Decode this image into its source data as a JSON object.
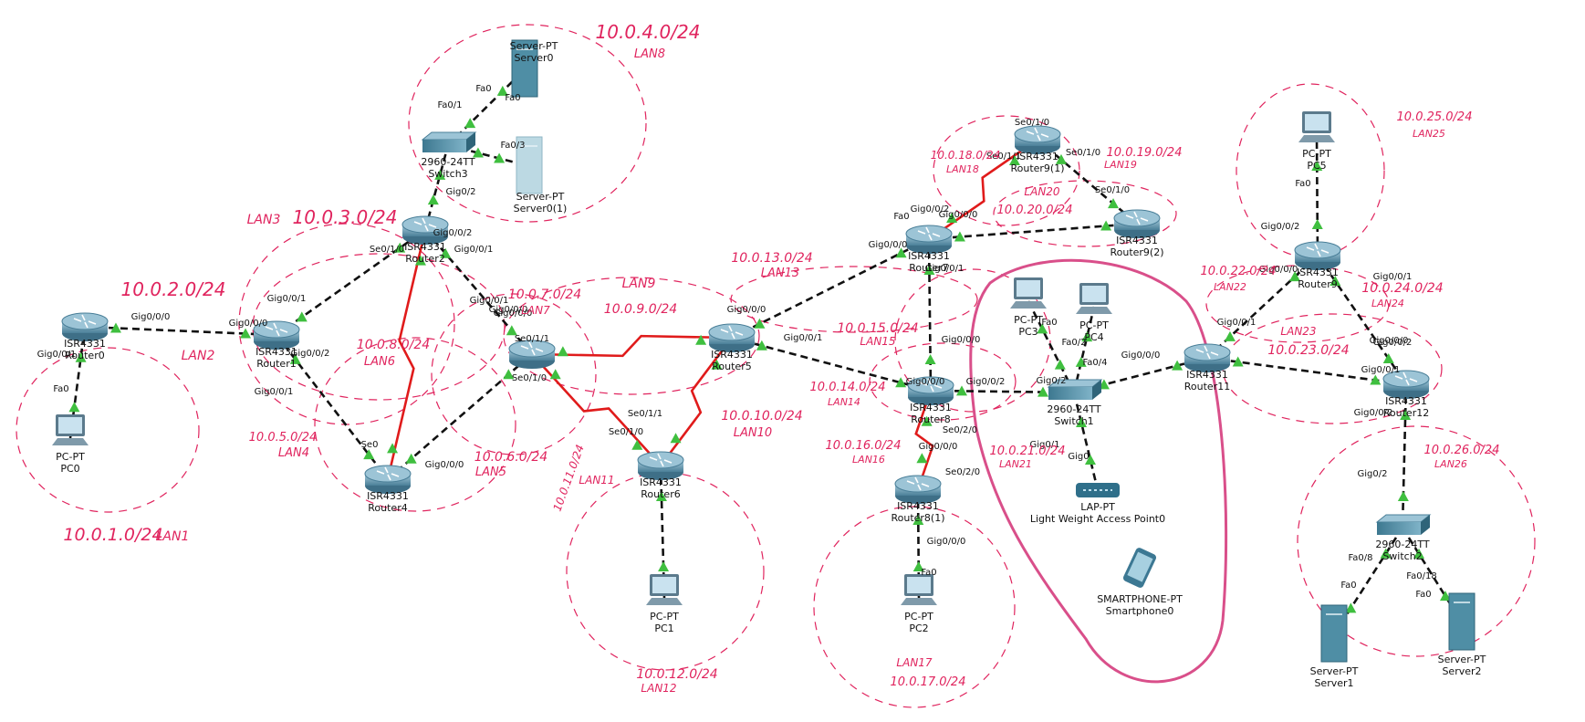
{
  "colors": {
    "ethernet": "#111111",
    "serial": "#e01b1b",
    "annotation": "#e0245e",
    "router_body": "#6b9db5",
    "switch_body": "#5e95ad",
    "server_body": "#4f8ea5",
    "port_up": "#3fbf3f"
  },
  "devices": [
    {
      "id": "router0",
      "kind": "router",
      "l1": "ISR4331",
      "l2": "Router0"
    },
    {
      "id": "pc0",
      "kind": "pc",
      "l1": "PC-PT",
      "l2": "PC0"
    },
    {
      "id": "router1",
      "kind": "router",
      "l1": "ISR4331",
      "l2": "Router1"
    },
    {
      "id": "router2",
      "kind": "router",
      "l1": "ISR4331",
      "l2": "Router2"
    },
    {
      "id": "switch3",
      "kind": "switch",
      "l1": "2960-24TT",
      "l2": "Switch3"
    },
    {
      "id": "server0",
      "kind": "server",
      "l1": "Server-PT",
      "l2": "Server0"
    },
    {
      "id": "server01",
      "kind": "server2",
      "l1": "Server-PT",
      "l2": "Server0(1)"
    },
    {
      "id": "router4",
      "kind": "router",
      "l1": "ISR4331",
      "l2": "Router4"
    },
    {
      "id": "router3",
      "kind": "router",
      "l1": "",
      "l2": ""
    },
    {
      "id": "router5",
      "kind": "router",
      "l1": "ISR4331",
      "l2": "Router5"
    },
    {
      "id": "router6",
      "kind": "router",
      "l1": "ISR4331",
      "l2": "Router6"
    },
    {
      "id": "pc1",
      "kind": "pc",
      "l1": "PC-PT",
      "l2": "PC1"
    },
    {
      "id": "router7",
      "kind": "router",
      "l1": "ISR4331",
      "l2": "Router7"
    },
    {
      "id": "router91",
      "kind": "router",
      "l1": "ISR4331",
      "l2": "Router9(1)"
    },
    {
      "id": "router92",
      "kind": "router",
      "l1": "ISR4331",
      "l2": "Router9(2)"
    },
    {
      "id": "router8",
      "kind": "router",
      "l1": "ISR4331",
      "l2": "Router8"
    },
    {
      "id": "router81",
      "kind": "router",
      "l1": "ISR4331",
      "l2": "Router8(1)"
    },
    {
      "id": "pc2",
      "kind": "pc",
      "l1": "PC-PT",
      "l2": "PC2"
    },
    {
      "id": "pc3",
      "kind": "pc",
      "l1": "PC-PT",
      "l2": "PC3"
    },
    {
      "id": "pc4",
      "kind": "pc",
      "l1": "PC-PT",
      "l2": "PC4"
    },
    {
      "id": "switch1",
      "kind": "switch",
      "l1": "2960-24TT",
      "l2": "Switch1"
    },
    {
      "id": "lap",
      "kind": "ap",
      "l1": "LAP-PT",
      "l2": "Light Weight Access Point0"
    },
    {
      "id": "phone",
      "kind": "phone",
      "l1": "SMARTPHONE-PT",
      "l2": "Smartphone0"
    },
    {
      "id": "router11",
      "kind": "router",
      "l1": "ISR4331",
      "l2": "Router11"
    },
    {
      "id": "router9",
      "kind": "router",
      "l1": "ISR4331",
      "l2": "Router9"
    },
    {
      "id": "pc5",
      "kind": "pc",
      "l1": "PC-PT",
      "l2": "PC5"
    },
    {
      "id": "router12",
      "kind": "router",
      "l1": "ISR4331",
      "l2": "Router12"
    },
    {
      "id": "switch2",
      "kind": "switch",
      "l1": "2960-24TT",
      "l2": "Switch2"
    },
    {
      "id": "server1",
      "kind": "server",
      "l1": "Server-PT",
      "l2": "Server1"
    },
    {
      "id": "server2",
      "kind": "server",
      "l1": "Server-PT",
      "l2": "Server2"
    }
  ],
  "links": [
    {
      "a": "pc0",
      "b": "router0",
      "type": "ethernet"
    },
    {
      "a": "router0",
      "b": "router1",
      "type": "ethernet"
    },
    {
      "a": "router1",
      "b": "router2",
      "type": "ethernet"
    },
    {
      "a": "router1",
      "b": "router4",
      "type": "ethernet"
    },
    {
      "a": "router2",
      "b": "switch3",
      "type": "ethernet"
    },
    {
      "a": "switch3",
      "b": "server0",
      "type": "ethernet"
    },
    {
      "a": "switch3",
      "b": "server01",
      "type": "ethernet"
    },
    {
      "a": "router2",
      "b": "router4",
      "type": "serial"
    },
    {
      "a": "router2",
      "b": "router3",
      "type": "ethernet"
    },
    {
      "a": "router4",
      "b": "router3",
      "type": "ethernet"
    },
    {
      "a": "router3",
      "b": "router5",
      "type": "serial"
    },
    {
      "a": "router3",
      "b": "router6",
      "type": "serial"
    },
    {
      "a": "router5",
      "b": "router6",
      "type": "serial"
    },
    {
      "a": "router6",
      "b": "pc1",
      "type": "ethernet"
    },
    {
      "a": "router5",
      "b": "router7",
      "type": "ethernet"
    },
    {
      "a": "router5",
      "b": "router8",
      "type": "ethernet"
    },
    {
      "a": "router7",
      "b": "router91",
      "type": "serial"
    },
    {
      "a": "router7",
      "b": "router92",
      "type": "ethernet"
    },
    {
      "a": "router91",
      "b": "router92",
      "type": "ethernet"
    },
    {
      "a": "router7",
      "b": "router8",
      "type": "ethernet"
    },
    {
      "a": "router8",
      "b": "router81",
      "type": "serial"
    },
    {
      "a": "router81",
      "b": "pc2",
      "type": "ethernet"
    },
    {
      "a": "router8",
      "b": "switch1",
      "type": "ethernet"
    },
    {
      "a": "switch1",
      "b": "pc3",
      "type": "ethernet"
    },
    {
      "a": "switch1",
      "b": "pc4",
      "type": "ethernet"
    },
    {
      "a": "switch1",
      "b": "lap",
      "type": "ethernet"
    },
    {
      "a": "switch1",
      "b": "router11",
      "type": "ethernet"
    },
    {
      "a": "router11",
      "b": "router9",
      "type": "ethernet"
    },
    {
      "a": "router11",
      "b": "router12",
      "type": "ethernet"
    },
    {
      "a": "router9",
      "b": "router12",
      "type": "ethernet"
    },
    {
      "a": "router9",
      "b": "pc5",
      "type": "ethernet"
    },
    {
      "a": "router12",
      "b": "switch2",
      "type": "ethernet"
    },
    {
      "a": "switch2",
      "b": "server1",
      "type": "ethernet"
    },
    {
      "a": "switch2",
      "b": "server2",
      "type": "ethernet"
    }
  ],
  "port_labels": [
    "Gig0/0/0",
    "Gig0/0/1",
    "Fa0",
    "Gig0/0/0",
    "Gig0/0/1",
    "Gig0/0/2",
    "Gig0/0/2",
    "Gig0/2",
    "Fa0/1",
    "Fa0",
    "Fa0/3",
    "Fa0",
    "Se0/1/0",
    "Gig0/0/1",
    "Gig0/0/0",
    "Gig0/0/1",
    "Se0",
    "Gig0/0/0",
    "Se0/1/1",
    "Se0/1/0",
    "Se0/1/0",
    "Se0/1/1",
    "Gig0/0/0",
    "Gig0/0/1",
    "Se0/1/1",
    "Se0/1/0",
    "Gig0/0/0",
    "Fa0",
    "Se0/1/0",
    "Se0/1/0",
    "Gig0/0/2",
    "Gig0/0/0",
    "Gig0/0/0",
    "Gig0/0/1",
    "Gig0/0/0",
    "Gig0/0/1",
    "Gig0/0/0",
    "Gig0/0/2",
    "Gig0/0/0",
    "Se0/2/0",
    "Se0/2/0",
    "Gig0/0/0",
    "Fa0",
    "Fa0",
    "Fa0/2",
    "Fa0/4",
    "Gig0/2",
    "Gig0/1",
    "Gig0",
    "Gig0/0/0",
    "Gig0/0/1",
    "Gig0/0/0",
    "Gig0/0/2",
    "Gig0/0/1",
    "Gig0/0/2",
    "Fa0",
    "Gig0/0/0",
    "Gig0/0/1",
    "Gig0/0/2",
    "Gig0/2",
    "Fa0/8",
    "Fa0/18",
    "Fa0",
    "Fa0"
  ],
  "annotations": [
    "10.0.4.0/24",
    "LAN8",
    "LAN3",
    "10.0.3.0/24",
    "10.0.2.0/24",
    "LAN2",
    "10.0.1.0/24",
    "LAN1",
    "10.0.8.0/24",
    "LAN6",
    "10.0.5.0/24",
    "LAN4",
    "10.0.6.0/24",
    "LAN5",
    "10.0.7.0/24",
    "LAN7",
    "LAN9",
    "10.0.9.0/24",
    "10.0.10.0/24",
    "LAN10",
    "10.0.11.0/24",
    "LAN11",
    "10.0.12.0/24",
    "LAN12",
    "10.0.13.0/24",
    "LAN13",
    "10.0.18.0/24",
    "LAN18",
    "10.0.19.0/24",
    "LAN19",
    "LAN20",
    "10.0.20.0/24",
    "10.0.15.0/24",
    "LAN15",
    "10.0.14.0/24",
    "LAN14",
    "10.0.16.0/24",
    "LAN16",
    "LAN17",
    "10.0.17.0/24",
    "10.0.21.0/24",
    "LAN21",
    "10.0.22.0/24",
    "LAN22",
    "LAN23",
    "10.0.23.0/24",
    "10.0.24.0/24",
    "LAN24",
    "10.0.25.0/24",
    "LAN25",
    "10.0.26.0/24",
    "LAN26"
  ]
}
